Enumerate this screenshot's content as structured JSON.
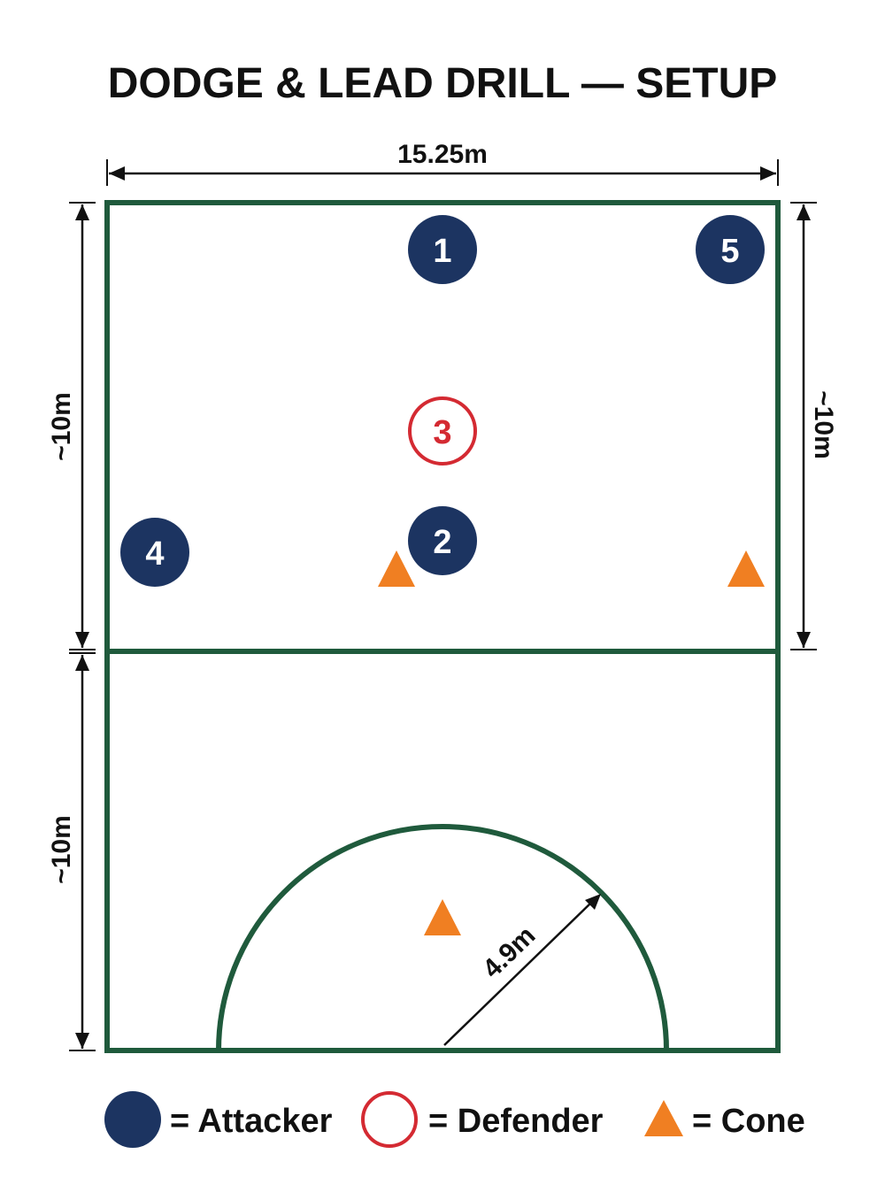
{
  "title": "DODGE & LEAD DRILL — SETUP",
  "dimensions": {
    "width": "15.25m",
    "upper_left": "~10m",
    "upper_right": "~10m",
    "lower_left": "~10m",
    "circle_radius": "4.9m"
  },
  "colors": {
    "court_line": "#1f5a3c",
    "attacker": "#1c3461",
    "defender": "#d42a32",
    "cone": "#f07f22",
    "dimension": "#111111"
  },
  "players": {
    "p1": {
      "label": "1",
      "role": "attacker"
    },
    "p2": {
      "label": "2",
      "role": "attacker"
    },
    "p3": {
      "label": "3",
      "role": "defender"
    },
    "p4": {
      "label": "4",
      "role": "attacker"
    },
    "p5": {
      "label": "5",
      "role": "attacker"
    }
  },
  "cones": 3,
  "legend": {
    "attacker": "= Attacker",
    "defender": "= Defender",
    "cone": "= Cone"
  }
}
